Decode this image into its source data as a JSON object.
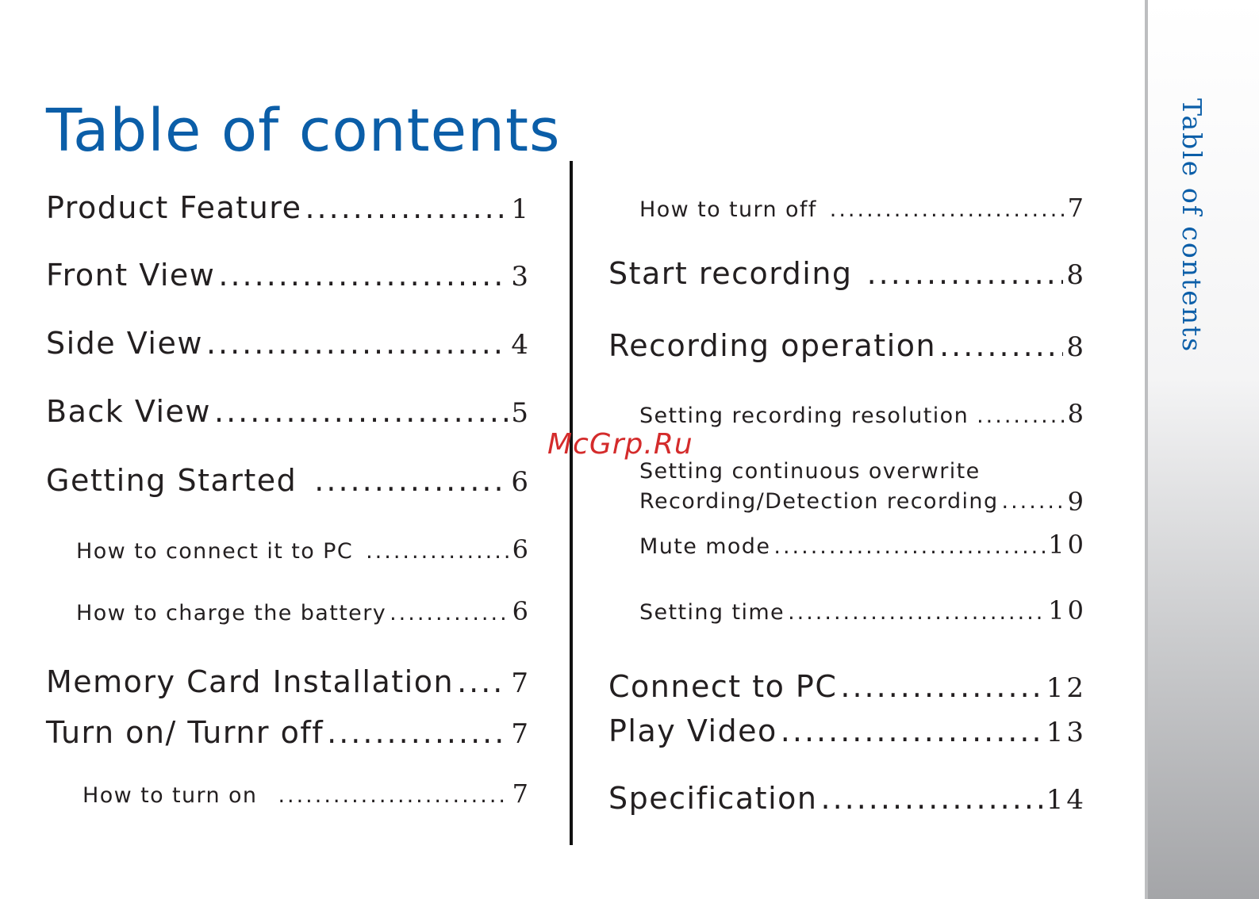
{
  "title": "Table of contents",
  "side_tab": "Table of contents",
  "watermark": "McGrp.Ru",
  "left_column": [
    {
      "label": "Product Feature",
      "page": "1"
    },
    {
      "label": "Front View",
      "page": "3"
    },
    {
      "label": "Side View",
      "page": "4"
    },
    {
      "label": "Back View",
      "page": "5"
    },
    {
      "label": "Getting Started",
      "page": "6"
    },
    {
      "label": "How to connect it to PC",
      "page": "6"
    },
    {
      "label": "How to charge the battery",
      "page": "6"
    },
    {
      "label": "Memory Card Installation",
      "page": "7"
    },
    {
      "label": "Turn on/ Turnr off",
      "page": "7"
    },
    {
      "label": "How to turn on",
      "page": "7"
    }
  ],
  "right_column": [
    {
      "label": "How to turn off",
      "page": "7"
    },
    {
      "label": "Start recording",
      "page": "8"
    },
    {
      "label": "Recording operation",
      "page": "8"
    },
    {
      "label": "Setting recording resolution",
      "page": "8"
    },
    {
      "label_line1": "Setting continuous overwrite",
      "label_line2": "Recording/Detection recording",
      "page": "9"
    },
    {
      "label": "Mute mode",
      "page": "10"
    },
    {
      "label": "Setting time",
      "page": "10"
    },
    {
      "label": "Connect to PC",
      "page": "12"
    },
    {
      "label": "Play Video",
      "page": "13"
    },
    {
      "label": "Specification",
      "page": "14"
    }
  ]
}
